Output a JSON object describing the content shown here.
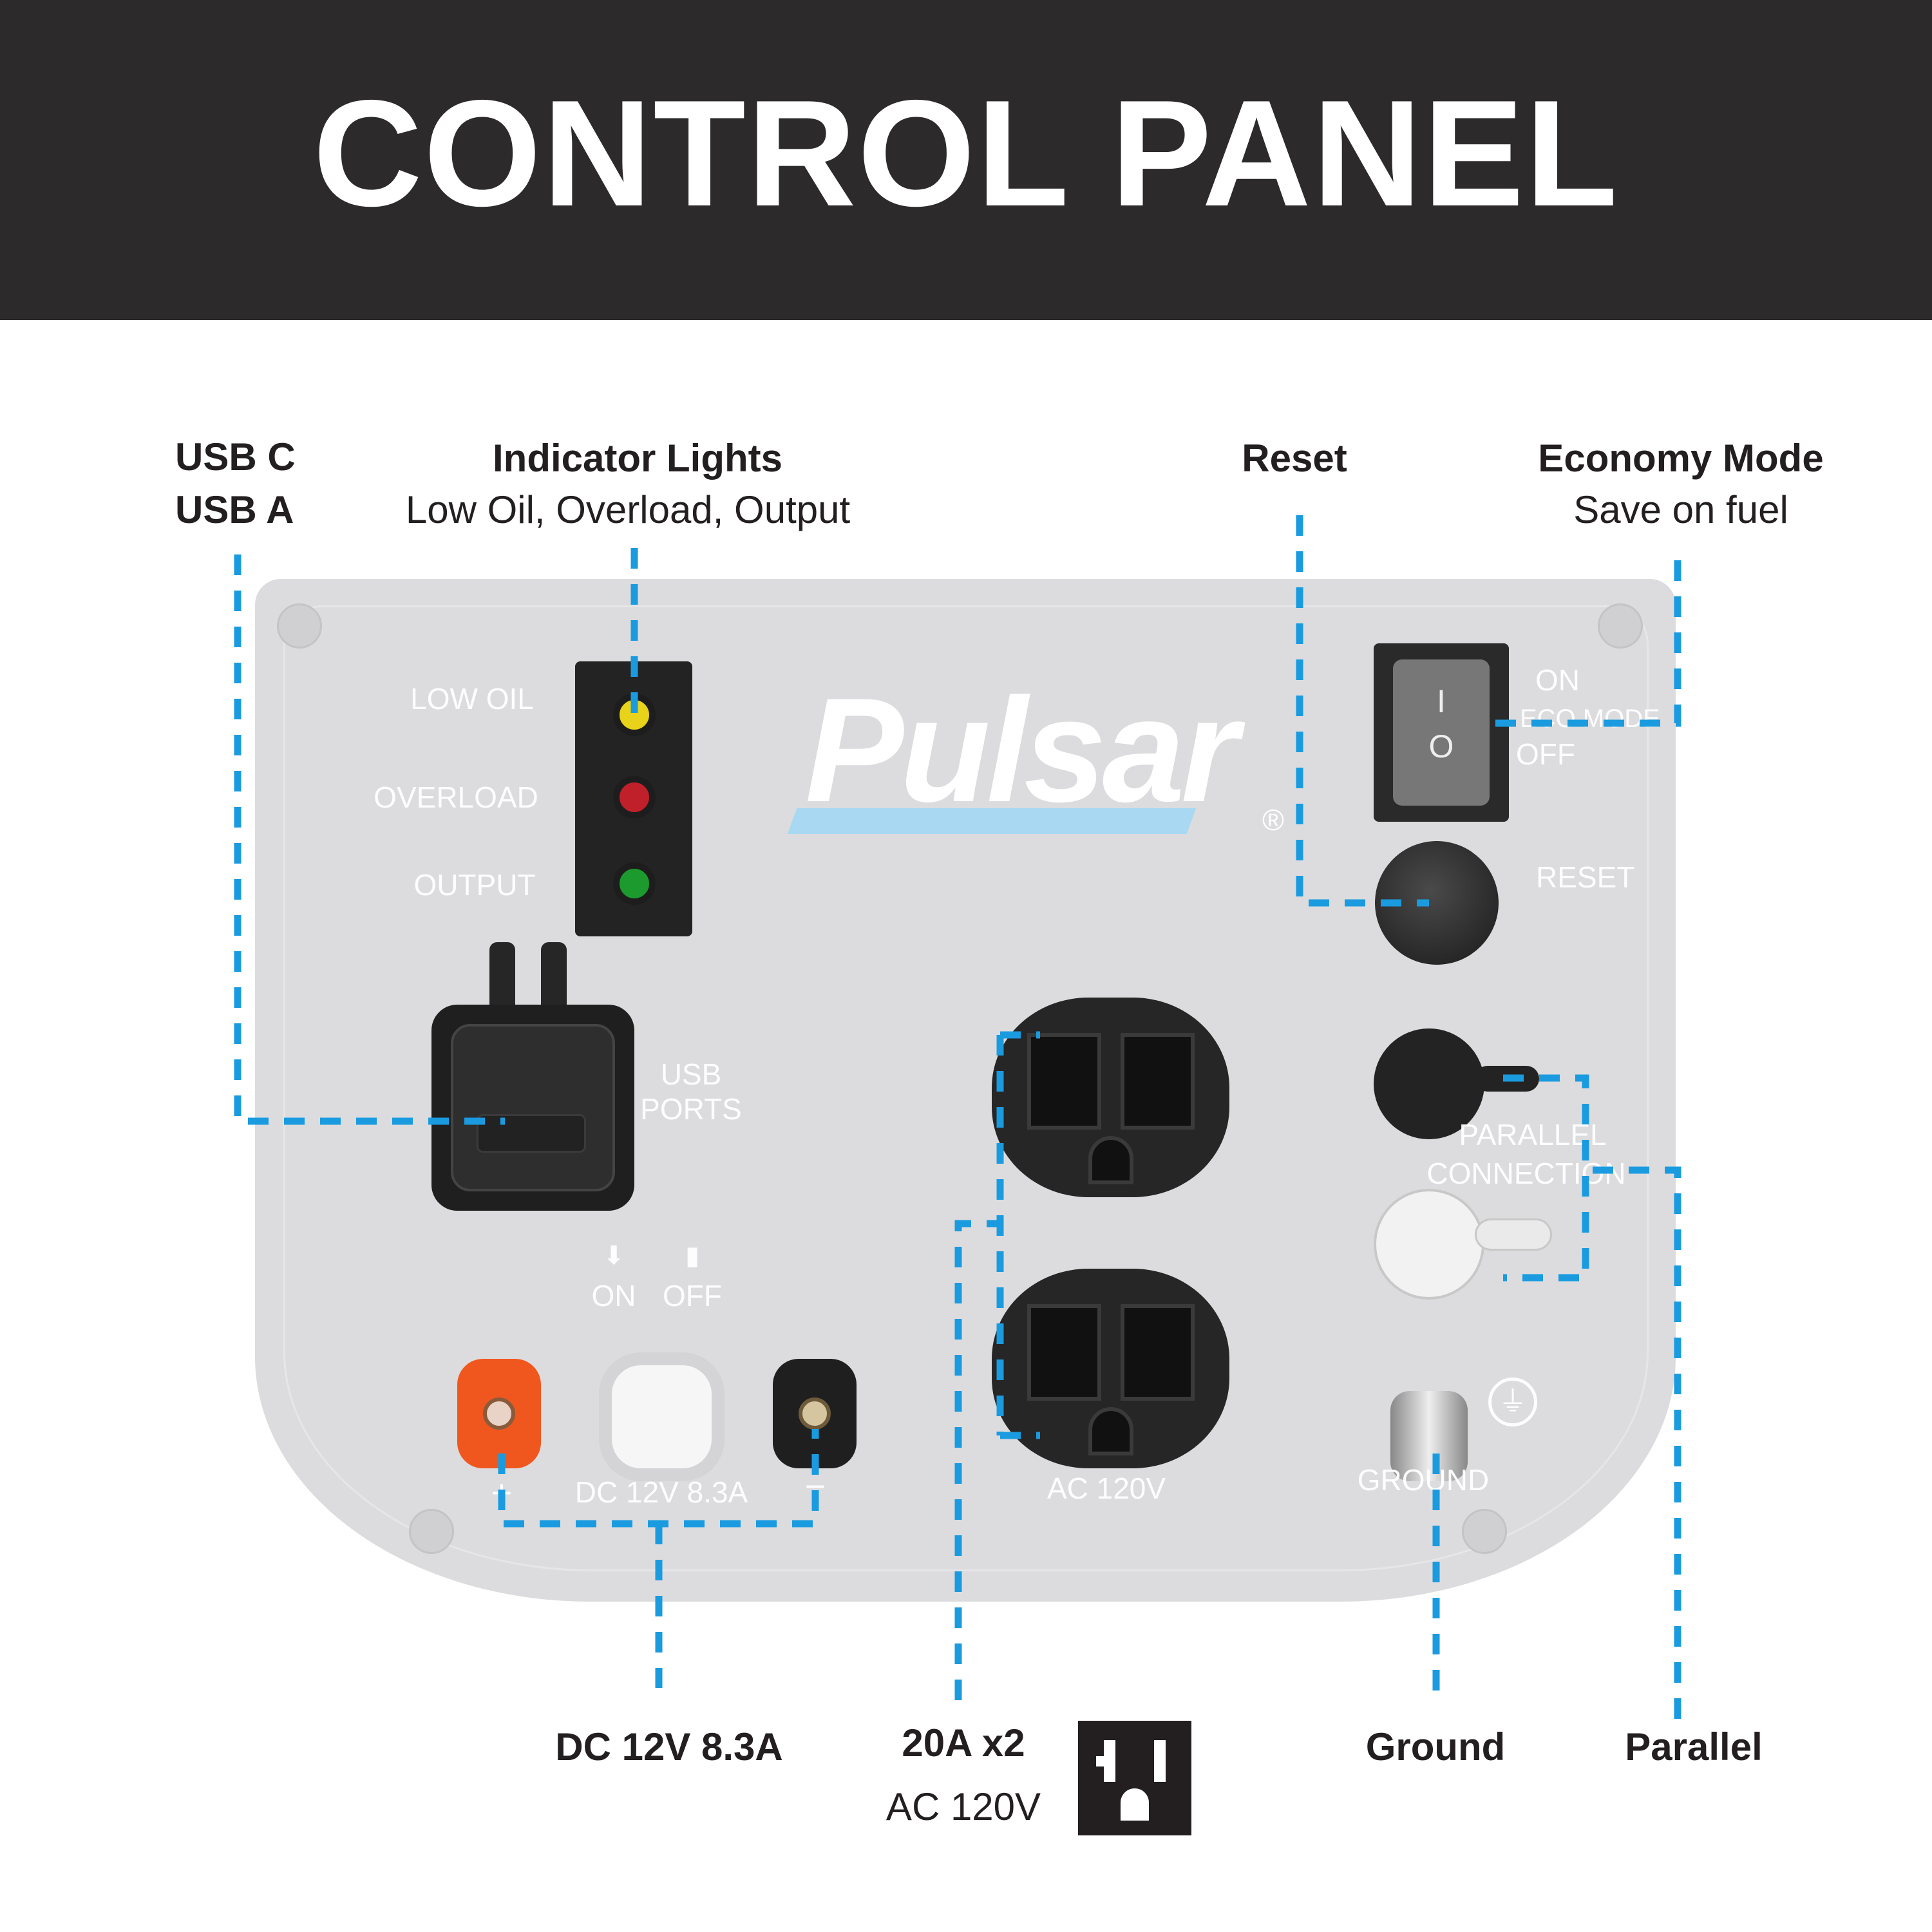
{
  "header": {
    "title": "CONTROL PANEL"
  },
  "callouts": {
    "usb": {
      "line1": "USB C",
      "line2": "USB A"
    },
    "indicator": {
      "title": "Indicator Lights",
      "subtitle": "Low Oil, Overload, Output"
    },
    "reset": {
      "title": "Reset"
    },
    "economy": {
      "title": "Economy Mode",
      "subtitle": "Save on fuel"
    },
    "dc": {
      "title": "DC 12V 8.3A"
    },
    "ac": {
      "title": "20A x2",
      "subtitle": "AC 120V"
    },
    "ground": {
      "title": "Ground"
    },
    "parallel": {
      "title": "Parallel"
    }
  },
  "panel": {
    "brand": "Pulsar",
    "registered": "®",
    "leds": [
      {
        "label": "LOW OIL",
        "color": "#e8d21a"
      },
      {
        "label": "OVERLOAD",
        "color": "#c0202a"
      },
      {
        "label": "OUTPUT",
        "color": "#1c9a2e"
      }
    ],
    "switch": {
      "on": "ON",
      "eco": "ECO MODE",
      "off": "OFF",
      "i": "I",
      "o": "O"
    },
    "reset_label": "RESET",
    "usb_label1": "USB",
    "usb_label2": "PORTS",
    "breaker_on": "ON",
    "breaker_off": "OFF",
    "dc_label": "DC 12V 8.3A",
    "plus": "+",
    "minus": "−",
    "ac_label": "AC 120V",
    "parallel_label1": "PARALLEL",
    "parallel_label2": "CONNECTION",
    "ground_label": "GROUND"
  },
  "accent": "#1a9be0"
}
